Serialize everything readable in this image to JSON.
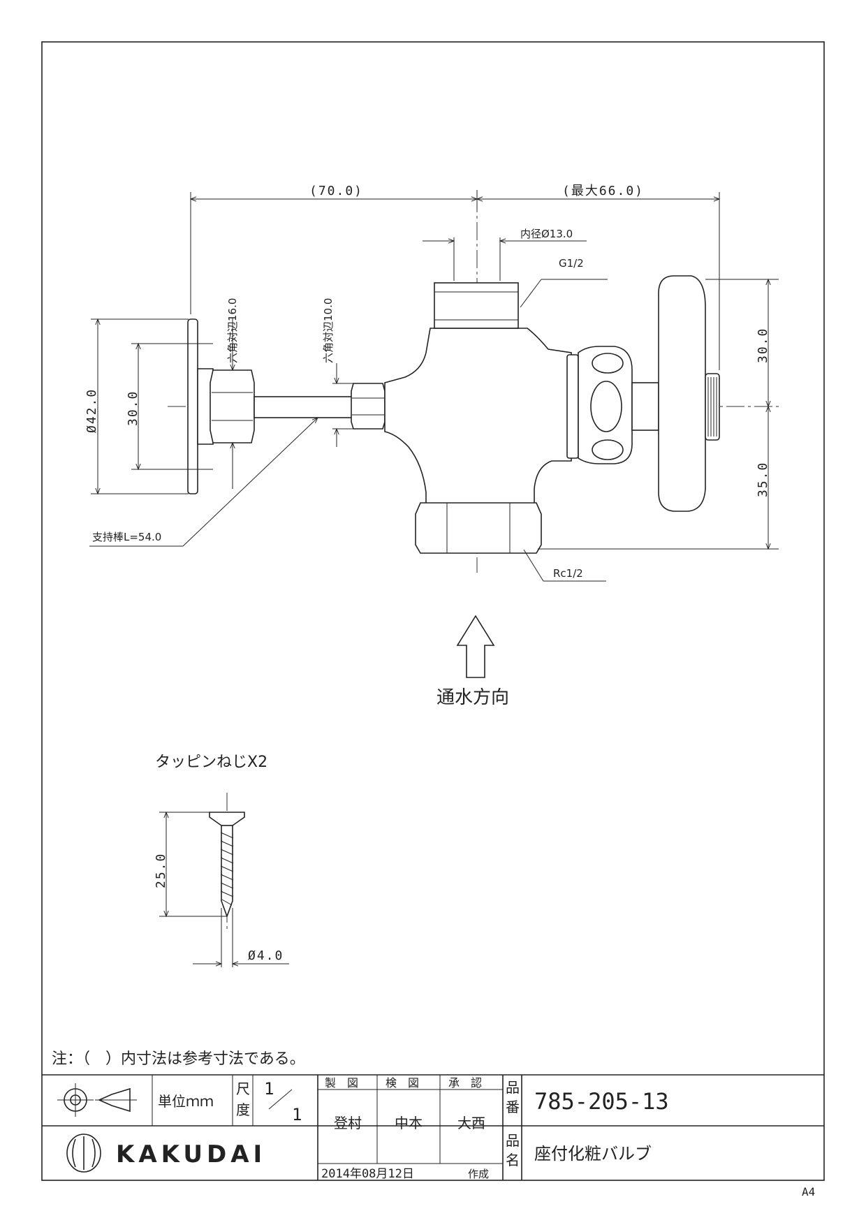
{
  "drawing": {
    "dimensions": {
      "overall_left": "(70.0)",
      "overall_right": "(最大66.0)",
      "inner_diameter": "内径Ø13.0",
      "thread_top": "G1/2",
      "hex_16": "六角対辺16.0",
      "hex_10": "六角対辺10.0",
      "flange_dia": "Ø42.0",
      "flange_pitch": "30.0",
      "height_upper": "30.0",
      "height_lower": "35.0",
      "support_rod": "支持棒L=54.0",
      "thread_bottom": "Rc1/2"
    },
    "flow_label": "通水方向",
    "screw": {
      "title": "タッピンねじX2",
      "length": "25.0",
      "diameter": "Ø4.0"
    },
    "note": "注：（　）内寸法は参考寸法である。"
  },
  "title_block": {
    "unit": "単位ｍｍ",
    "scale_label_1": "尺",
    "scale_label_2": "度",
    "scale_num": "1",
    "scale_den": "1",
    "drawn_label": "製　図",
    "checked_label": "検　図",
    "approved_label": "承　認",
    "drawn_by": "登村",
    "checked_by": "中本",
    "approved_by": "大西",
    "part_no_label_1": "品",
    "part_no_label_2": "番",
    "part_no": "785-205-13",
    "part_name_label_1": "品",
    "part_name_label_2": "名",
    "part_name": "座付化粧バルブ",
    "company": "KAKUDAI",
    "date": "2014年08月12日",
    "created_label": "作成"
  },
  "paper_size": "A4"
}
